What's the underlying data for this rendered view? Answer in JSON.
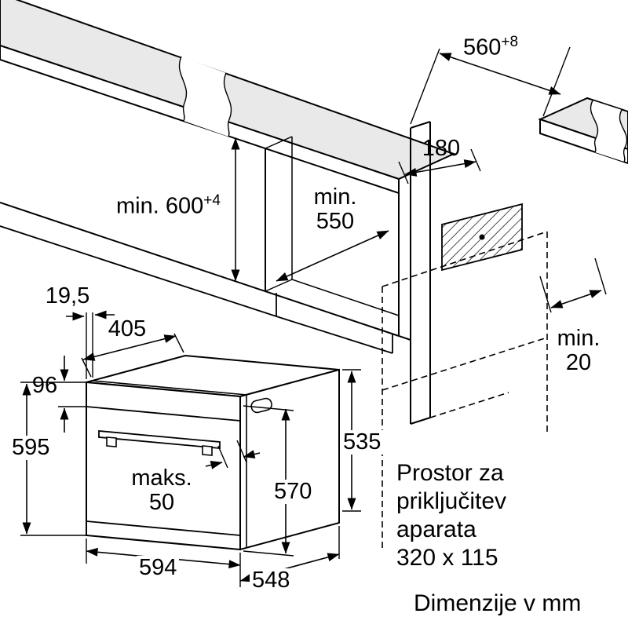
{
  "drawing": {
    "dims": {
      "niche_width": {
        "value": "560",
        "tol": "+8"
      },
      "niche_height": {
        "label": "min. 600",
        "tol": "+4"
      },
      "niche_depth": {
        "line1": "min.",
        "line2": "550"
      },
      "vent_offset": {
        "value": "180"
      },
      "rear_gap": {
        "line1": "min.",
        "line2": "20"
      },
      "front_overhang": {
        "value": "19,5"
      },
      "top_depth": {
        "value": "405"
      },
      "panel_height": {
        "value": "96"
      },
      "oven_height": {
        "value": "595"
      },
      "handle": {
        "line1": "maks.",
        "line2": "50"
      },
      "inner_height": {
        "value": "570"
      },
      "rear_height": {
        "value": "535"
      },
      "oven_width": {
        "value": "594"
      },
      "oven_depth": {
        "value": "548"
      }
    },
    "notes": {
      "connection_l1": "Prostor za",
      "connection_l2": "priključitev",
      "connection_l3": "aparata",
      "connection_l4": "320 x 115",
      "units": "Dimenzije v mm"
    },
    "colors": {
      "ink": "#000000",
      "surface": "#e9e9e9",
      "bg": "#ffffff"
    }
  }
}
